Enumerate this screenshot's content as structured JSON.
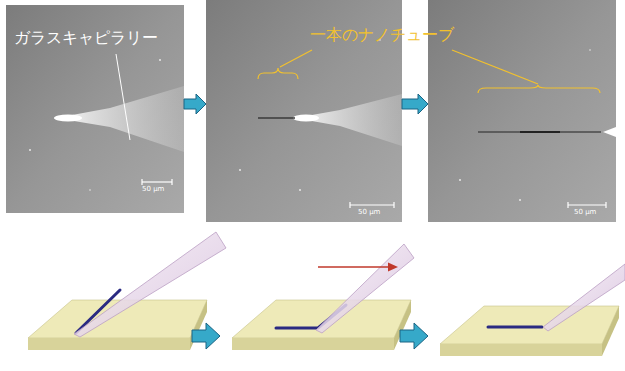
{
  "diagram": {
    "nodes": [
      {
        "text": [
          "ガラスキャピラリー",
          "50 µm"
        ]
      },
      {
        "text": [
          "50 µm"
        ]
      },
      {
        "text": [
          "50 µm"
        ]
      }
    ],
    "edges": [
      {
        "from": 0,
        "to": 1,
        "arrow": "to"
      },
      {
        "from": 1,
        "to": 2,
        "arrow": "to"
      }
    ],
    "labels": [
      "一本のナノチューブ"
    ]
  }
}
